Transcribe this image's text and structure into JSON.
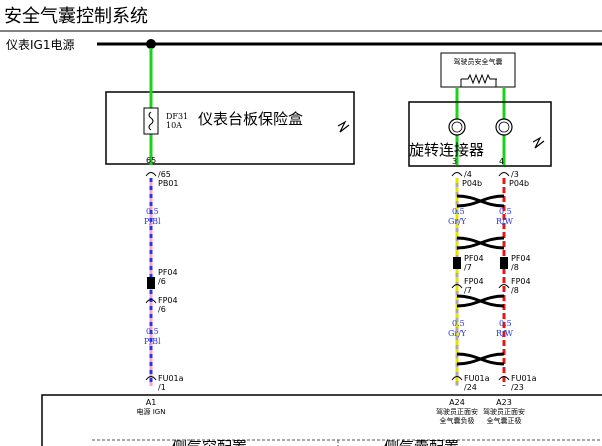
{
  "title": "安全气囊控制系统",
  "power": {
    "label": "仪表IG1电源"
  },
  "fuse_box": {
    "label": "仪表台板保险盒",
    "fuse_id": "DF31",
    "fuse_rating": "10A",
    "out_pin": "65",
    "out_conn": "/65"
  },
  "airbag": {
    "label": "驾驶员安全气囊"
  },
  "clock_spring": {
    "label": "旋转连接器",
    "pin_left": "3",
    "pin_right": "4",
    "left_pin_ref": "/4",
    "right_pin_ref": "/3",
    "conn_left": "P04b",
    "conn_right": "P04b"
  },
  "wires": {
    "left": {
      "conn1": "PB01",
      "gauge": "0.5",
      "color": "P/Bl",
      "conn_pf": "PF04",
      "pf_pin": "/6",
      "conn_fp": "FP04",
      "fp_pin": "/6",
      "gauge2": "0.5",
      "color2": "P/Bl",
      "conn_fu": "FU01a",
      "fu_pin": "/1"
    },
    "mid": {
      "gauge": "0.5",
      "color": "Gr/Y",
      "conn_pf": "PF04",
      "pf_pin": "/7",
      "conn_fp": "FP04",
      "fp_pin": "/7",
      "gauge2": "0.5",
      "color2": "Gr/Y",
      "conn_fu": "FU01a",
      "fu_pin": "/24"
    },
    "right": {
      "gauge": "0.5",
      "color": "R/W",
      "conn_pf": "PF04",
      "pf_pin": "/8",
      "conn_fp": "FP04",
      "fp_pin": "/8",
      "gauge2": "0.5",
      "color2": "R/W",
      "conn_fu": "FU01a",
      "fu_pin": "/23"
    }
  },
  "module": {
    "pin_a1": "A1",
    "pin_a1_desc": "电源 IGN",
    "pin_a24": "A24",
    "pin_a24_desc_1": "驾驶员正面安",
    "pin_a24_desc_2": "全气囊负极",
    "pin_a23": "A23",
    "pin_a23_desc_1": "驾驶员正面安",
    "pin_a23_desc_2": "全气囊正极",
    "bottom_left": "侧气帘配置",
    "bottom_right": "侧气囊配置"
  },
  "colors": {
    "green": "#1bd11b",
    "pink": "#ff9ed4",
    "blue": "#2a35d8",
    "yellow": "#e8e000",
    "grey": "#a9a9a9",
    "red": "#e01818",
    "black": "#000000"
  }
}
